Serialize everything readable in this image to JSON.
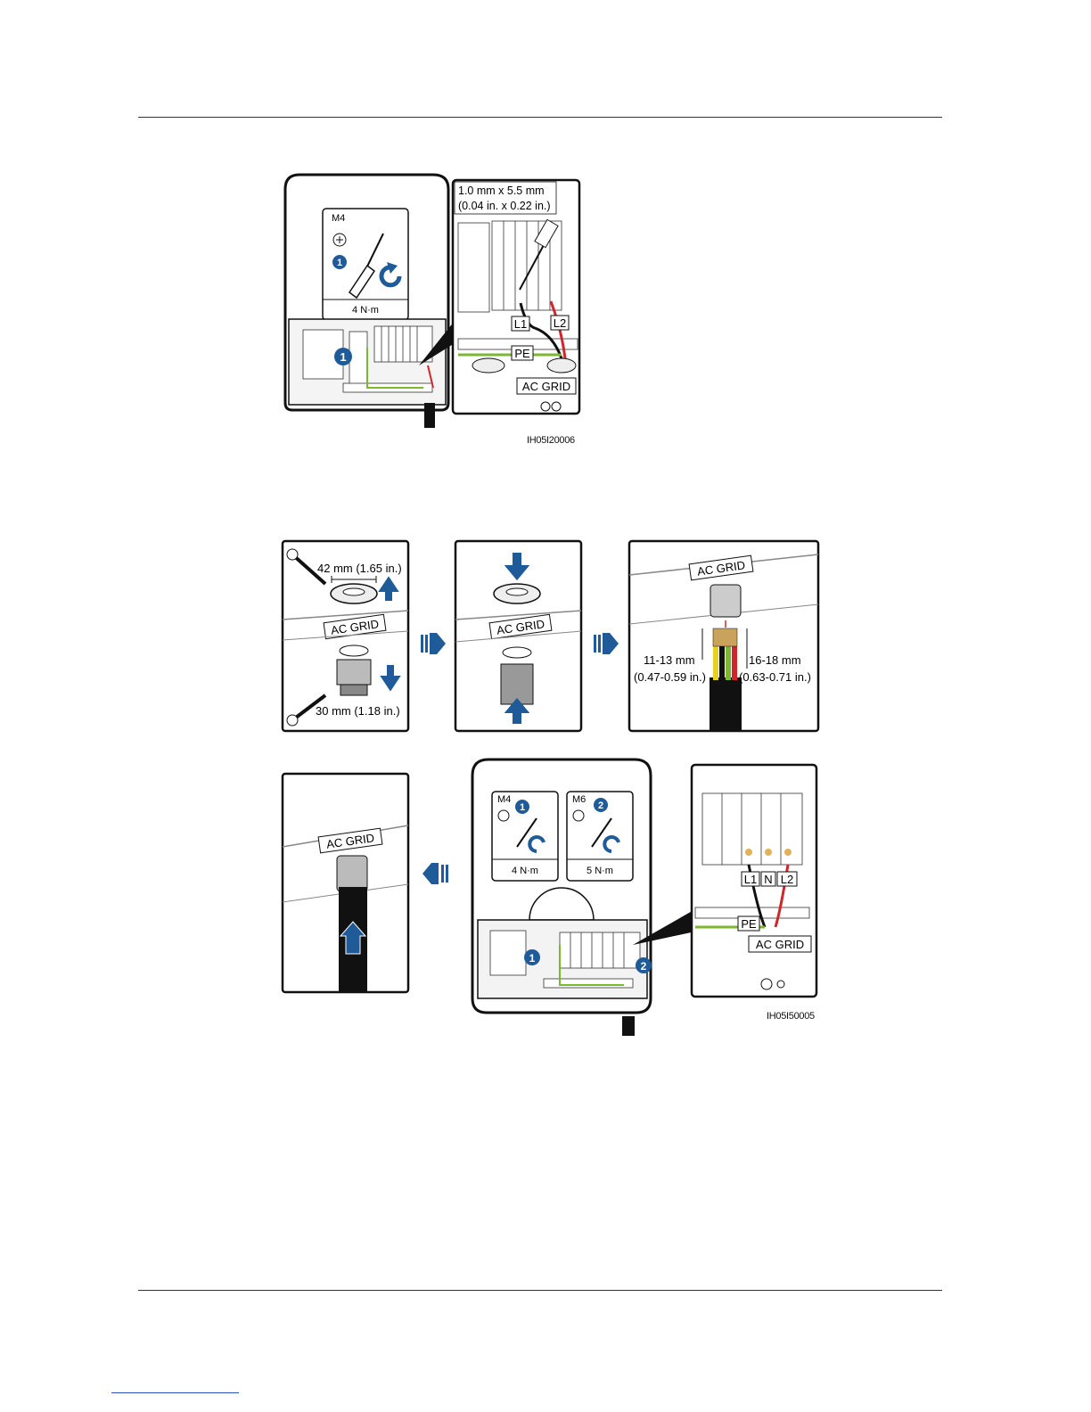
{
  "figure1": {
    "id": "IH05I20006",
    "callout_left": {
      "bolt": "M4",
      "step": "1",
      "torque": "4 N·m"
    },
    "callout_right": {
      "screwdriver_mm": "1.0 mm x 5.5 mm",
      "screwdriver_in": "(0.04 in. x 0.22 in.)",
      "labels": [
        "L1",
        "L2",
        "PE",
        "AC GRID"
      ]
    },
    "step_marker": "1"
  },
  "figure2": {
    "id": "IH05I50005",
    "panel1": {
      "nut_size": "42 mm (1.65 in.)",
      "plug_label": "AC GRID",
      "body_size": "30 mm (1.18 in.)"
    },
    "panel2": {
      "plug_label": "AC GRID"
    },
    "panel3": {
      "plug_label": "AC GRID",
      "strip_left": "11-13 mm",
      "strip_left_in": "(0.47-0.59 in.)",
      "strip_right": "16-18 mm",
      "strip_right_in": "(0.63-0.71 in.)"
    },
    "panel4": {
      "plug_label": "AC GRID"
    },
    "panel5": {
      "bolt_a": "M4",
      "step_a": "1",
      "torque_a": "4 N·m",
      "bolt_b": "M6",
      "step_b": "2",
      "torque_b": "5 N·m",
      "marker_a": "1",
      "marker_b": "2"
    },
    "panel6": {
      "labels": [
        "L1",
        "N",
        "L2",
        "PE",
        "AC GRID"
      ]
    }
  },
  "colors": {
    "accent_blue": "#1f5b99",
    "wire_red": "#d0262b",
    "wire_green": "#7cb82f",
    "wire_yellow": "#e7d31e"
  }
}
